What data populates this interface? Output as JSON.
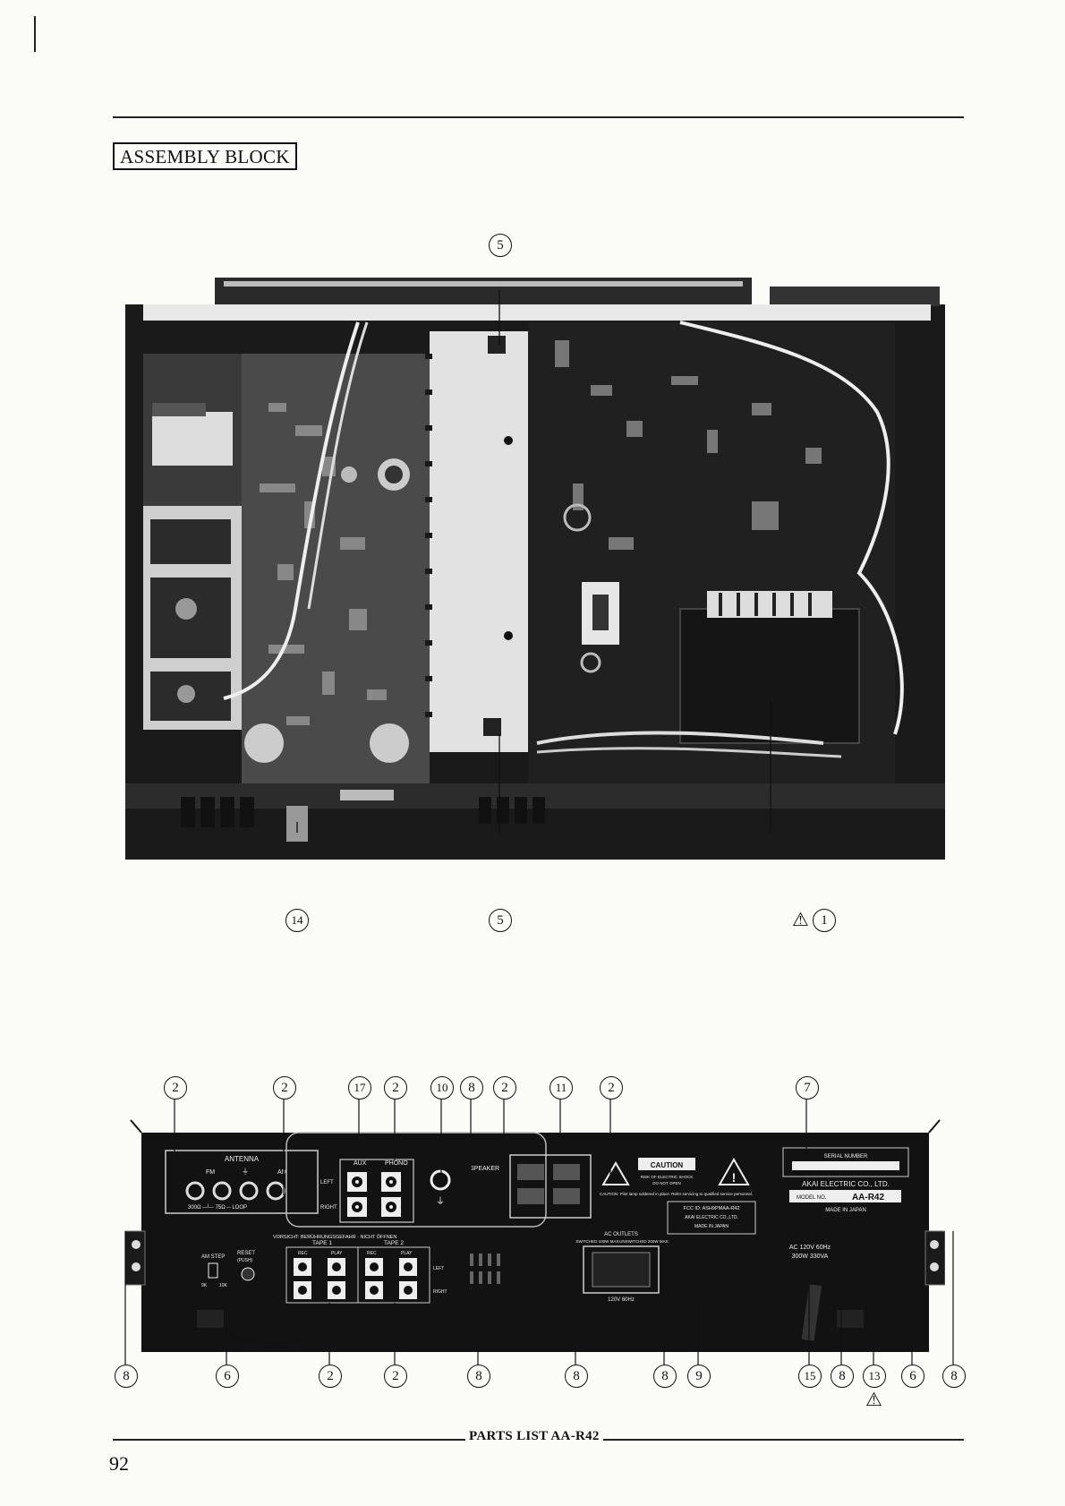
{
  "document": {
    "section_title": "ASSEMBLY BLOCK",
    "footer_title": "PARTS LIST AA-R42",
    "page_number": "92"
  },
  "top_view": {
    "callouts": {
      "c5_top": "5",
      "c14": "14",
      "c5_bottom": "5",
      "c1": "1"
    },
    "warning_icon": "warning-triangle-icon"
  },
  "rear_panel": {
    "callouts_top": [
      "2",
      "2",
      "17",
      "2",
      "10",
      "8",
      "2",
      "11",
      "2",
      "7"
    ],
    "callouts_bottom": [
      "8",
      "6",
      "2",
      "2",
      "8",
      "8",
      "8",
      "9",
      "15",
      "8",
      "13",
      "6",
      "8"
    ],
    "callouts_side": {
      "left": "8"
    },
    "warning_icon": "warning-triangle-icon",
    "antenna": {
      "label": "ANTENNA",
      "fm": "FM",
      "ground": "⏚",
      "am": "AM",
      "sub": "300Ω ─┴─ 75Ω ─ LOOP"
    },
    "aux_phono": {
      "aux": "AUX",
      "phono": "PHONO",
      "left": "LEFT",
      "right": "RIGHT"
    },
    "speaker": "SPEAKER",
    "caution": {
      "title": "CAUTION",
      "line1": "RISK OF ELECTRIC SHOCK",
      "line2": "DO NOT OPEN",
      "note": "CAUTION: Pilot lamp soldered in place. Refer servicing to qualified service personnel."
    },
    "fcc": {
      "line1": "FCC ID: ASH9PMAA-R42",
      "line2": "AKAI ELECTRIC CO.,LTD.",
      "line3": "MADE IN JAPAN"
    },
    "maker": {
      "serial": "SERIAL NUMBER",
      "company": "AKAI ELECTRIC CO., LTD.",
      "model_prefix": "MODEL NO.",
      "model": "AA-R42",
      "origin": "MADE IN JAPAN"
    },
    "german_warning": "VORSICHT: BERÜHRUNGSGEFAHR · NICHT ÖFFNEN",
    "tape1": "TAPE 1",
    "tape2": "TAPE 2",
    "rec": "REC",
    "play": "PLAY",
    "am_step": "AM STEP",
    "reset": "RESET",
    "reset_push": "(PUSH)",
    "step_9k": "9K",
    "step_10k": "10K",
    "ac_outlets": {
      "title": "AC OUTLETS",
      "switched": "SWITCHED 100W MAX.",
      "unswitched": "UNSWITCHED 200W MAX.",
      "rating": "120V 60Hz"
    },
    "power": {
      "line1": "AC 120V 60Hz",
      "line2": "300W 330VA"
    }
  }
}
